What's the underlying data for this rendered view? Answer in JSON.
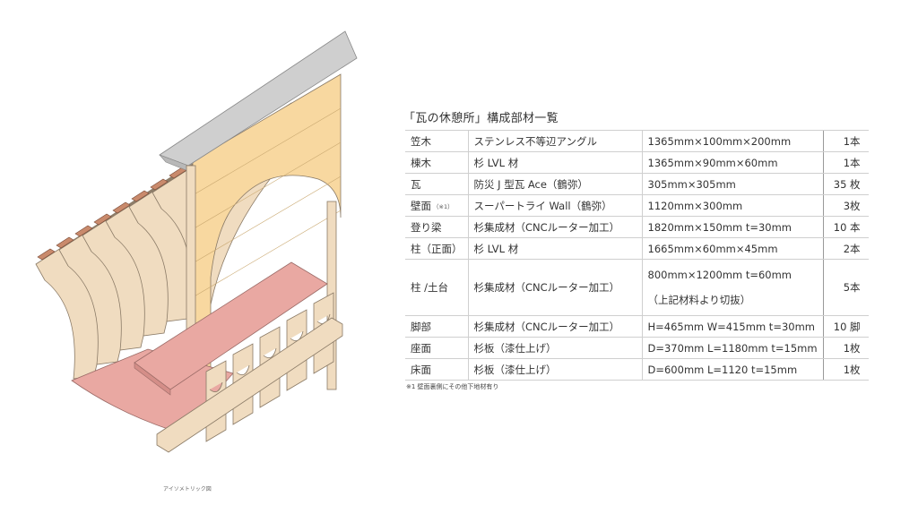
{
  "drawing": {
    "caption": "アイソメトリック図",
    "colors": {
      "wood": "#f0dcc0",
      "wood_stroke": "#8a7a66",
      "wall": "#f8d8a0",
      "seat": "#e9a8a2",
      "roof": "#cfcfcf",
      "tile": "#c98a6c"
    }
  },
  "table": {
    "title": "「瓦の休憩所」構成部材一覧",
    "footnote": "※1 壁面裏側にその他下地材有り",
    "rows": [
      {
        "name": "笠木",
        "material": "ステンレス不等辺アングル",
        "dims": [
          "1365mm×100mm×200mm"
        ],
        "qty": "1本"
      },
      {
        "name": "棟木",
        "material": "杉 LVL 材",
        "dims": [
          "1365mm×90mm×60mm"
        ],
        "qty": "1本"
      },
      {
        "name": "瓦",
        "material": "防災 J 型瓦 Ace（鶴弥）",
        "dims": [
          "305mm×305mm"
        ],
        "qty": "35 枚"
      },
      {
        "name": "壁面",
        "note": "（※1）",
        "material": "スーパートライ Wall（鶴弥）",
        "dims": [
          "1120mm×300mm"
        ],
        "qty": "3枚"
      },
      {
        "name": "登り梁",
        "material": "杉集成材（CNCルーター加工）",
        "dims": [
          "1820mm×150mm t=30mm"
        ],
        "qty": "10 本"
      },
      {
        "name": "柱（正面）",
        "material": "杉 LVL 材",
        "dims": [
          "1665mm×60mm×45mm"
        ],
        "qty": "2本"
      },
      {
        "name": "柱 /土台",
        "material": "杉集成材（CNCルーター加工）",
        "dims": [
          "800mm×1200mm t=60mm",
          "（上記材料より切抜）"
        ],
        "qty": "5本"
      },
      {
        "name": "脚部",
        "material": "杉集成材（CNCルーター加工）",
        "dims": [
          "H=465mm W=415mm t=30mm"
        ],
        "qty": "10 脚"
      },
      {
        "name": "座面",
        "material": "杉板（漆仕上げ）",
        "dims": [
          "D=370mm L=1180mm t=15mm"
        ],
        "qty": "1枚"
      },
      {
        "name": "床面",
        "material": "杉板（漆仕上げ）",
        "dims": [
          "D=600mm L=1120 t=15mm"
        ],
        "qty": "1枚"
      }
    ]
  }
}
